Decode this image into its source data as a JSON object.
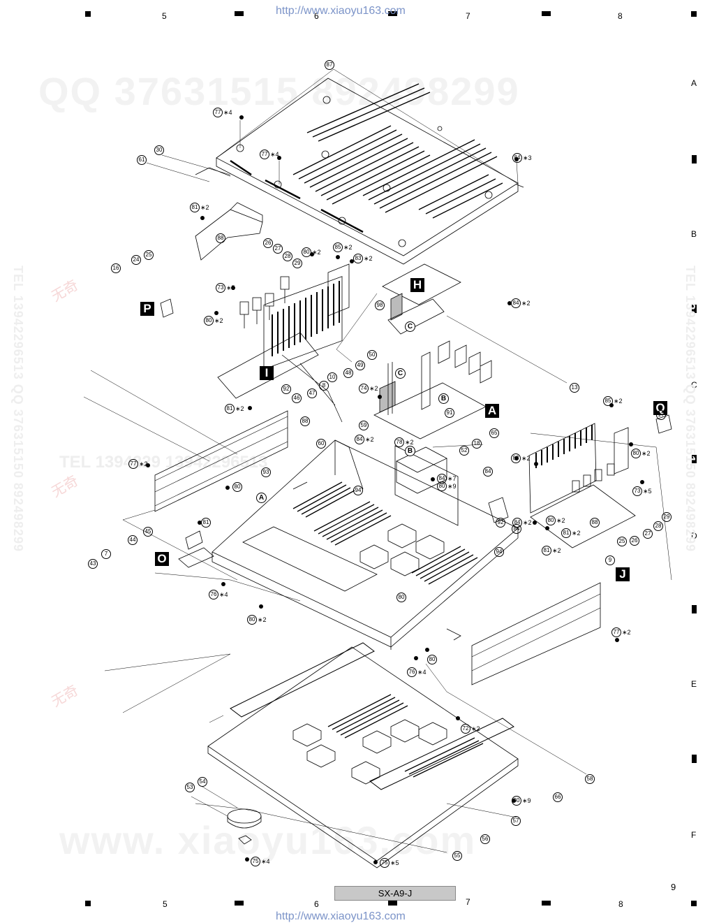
{
  "watermarks": {
    "url_top": "http://www.xiaoyu163.com",
    "url_bottom": "http://www.xiaoyu163.com",
    "qq_big": "QQ 37631515    892498299",
    "www_big": "www.   xiaoyu163.com",
    "tel_vertical_left": "TEL 13942296513 QQ 376315150 892498299",
    "tel_vertical_right": "TEL 13942296513 QQ 376315150 892498299",
    "tel_middle": "TEL    1394229    13942296513",
    "chn_1": "无奇",
    "chn_2": "无奇",
    "chn_3": "无奇"
  },
  "frame": {
    "columns_top": [
      "5",
      "6",
      "7",
      "8"
    ],
    "columns_bottom": [
      "5",
      "6",
      "7",
      "8"
    ],
    "rows": [
      "A",
      "B",
      "C",
      "D",
      "E",
      "F"
    ]
  },
  "footer": {
    "model": "SX-A9-J",
    "page": "9"
  },
  "assembly_labels": {
    "P": "P",
    "H": "H",
    "I": "I",
    "A": "A",
    "Q": "Q",
    "O": "O",
    "J": "J"
  },
  "connector_labels": {
    "A": "A",
    "B1": "B",
    "B2": "B",
    "C1": "C",
    "C2": "C"
  },
  "callouts": [
    {
      "n": "87",
      "q": ""
    },
    {
      "n": "77",
      "q": "∗4"
    },
    {
      "n": "77",
      "q": "∗4"
    },
    {
      "n": "84",
      "q": "∗3"
    },
    {
      "n": "30",
      "q": ""
    },
    {
      "n": "61",
      "q": ""
    },
    {
      "n": "81",
      "q": "∗2"
    },
    {
      "n": "88",
      "q": ""
    },
    {
      "n": "26",
      "q": ""
    },
    {
      "n": "27",
      "q": ""
    },
    {
      "n": "28",
      "q": ""
    },
    {
      "n": "29",
      "q": ""
    },
    {
      "n": "80",
      "q": "∗2"
    },
    {
      "n": "85",
      "q": "∗2"
    },
    {
      "n": "83",
      "q": "∗2"
    },
    {
      "n": "25",
      "q": ""
    },
    {
      "n": "24",
      "q": ""
    },
    {
      "n": "16",
      "q": ""
    },
    {
      "n": "73",
      "q": "∗5"
    },
    {
      "n": "80",
      "q": "∗2"
    },
    {
      "n": "98",
      "q": ""
    },
    {
      "n": "84",
      "q": "∗2"
    },
    {
      "n": "50",
      "q": ""
    },
    {
      "n": "49",
      "q": ""
    },
    {
      "n": "48",
      "q": ""
    },
    {
      "n": "10",
      "q": ""
    },
    {
      "n": "8",
      "q": ""
    },
    {
      "n": "92",
      "q": ""
    },
    {
      "n": "47",
      "q": ""
    },
    {
      "n": "46",
      "q": ""
    },
    {
      "n": "74",
      "q": "∗2"
    },
    {
      "n": "91",
      "q": ""
    },
    {
      "n": "13",
      "q": ""
    },
    {
      "n": "81",
      "q": "∗2"
    },
    {
      "n": "88",
      "q": ""
    },
    {
      "n": "59",
      "q": ""
    },
    {
      "n": "84",
      "q": "∗2"
    },
    {
      "n": "78",
      "q": "∗2"
    },
    {
      "n": "60",
      "q": ""
    },
    {
      "n": "18",
      "q": ""
    },
    {
      "n": "52",
      "q": ""
    },
    {
      "n": "85",
      "q": "∗2"
    },
    {
      "n": "17",
      "q": ""
    },
    {
      "n": "65",
      "q": ""
    },
    {
      "n": "80",
      "q": "∗2"
    },
    {
      "n": "77",
      "q": "∗2"
    },
    {
      "n": "93",
      "q": ""
    },
    {
      "n": "80",
      "q": ""
    },
    {
      "n": "94",
      "q": ""
    },
    {
      "n": "84",
      "q": "∗7"
    },
    {
      "n": "80",
      "q": "∗9"
    },
    {
      "n": "84",
      "q": ""
    },
    {
      "n": "83",
      "q": "∗2"
    },
    {
      "n": "73",
      "q": "∗5"
    },
    {
      "n": "92",
      "q": ""
    },
    {
      "n": "84",
      "q": "∗2"
    },
    {
      "n": "80",
      "q": "∗2"
    },
    {
      "n": "88",
      "q": ""
    },
    {
      "n": "81",
      "q": "∗2"
    },
    {
      "n": "84",
      "q": ""
    },
    {
      "n": "81",
      "q": "∗2"
    },
    {
      "n": "29",
      "q": ""
    },
    {
      "n": "28",
      "q": ""
    },
    {
      "n": "27",
      "q": ""
    },
    {
      "n": "26",
      "q": ""
    },
    {
      "n": "25",
      "q": ""
    },
    {
      "n": "9",
      "q": ""
    },
    {
      "n": "45",
      "q": ""
    },
    {
      "n": "44",
      "q": ""
    },
    {
      "n": "81",
      "q": ""
    },
    {
      "n": "7",
      "q": ""
    },
    {
      "n": "43",
      "q": ""
    },
    {
      "n": "94",
      "q": ""
    },
    {
      "n": "76",
      "q": "∗4"
    },
    {
      "n": "80",
      "q": ""
    },
    {
      "n": "80",
      "q": "∗2"
    },
    {
      "n": "76",
      "q": "∗4"
    },
    {
      "n": "80",
      "q": ""
    },
    {
      "n": "77",
      "q": "∗2"
    },
    {
      "n": "72",
      "q": "∗2"
    },
    {
      "n": "58",
      "q": ""
    },
    {
      "n": "66",
      "q": ""
    },
    {
      "n": "80",
      "q": "∗9"
    },
    {
      "n": "57",
      "q": ""
    },
    {
      "n": "56",
      "q": ""
    },
    {
      "n": "55",
      "q": ""
    },
    {
      "n": "54",
      "q": ""
    },
    {
      "n": "53",
      "q": ""
    },
    {
      "n": "75",
      "q": "∗4"
    },
    {
      "n": "75",
      "q": "∗5"
    }
  ]
}
